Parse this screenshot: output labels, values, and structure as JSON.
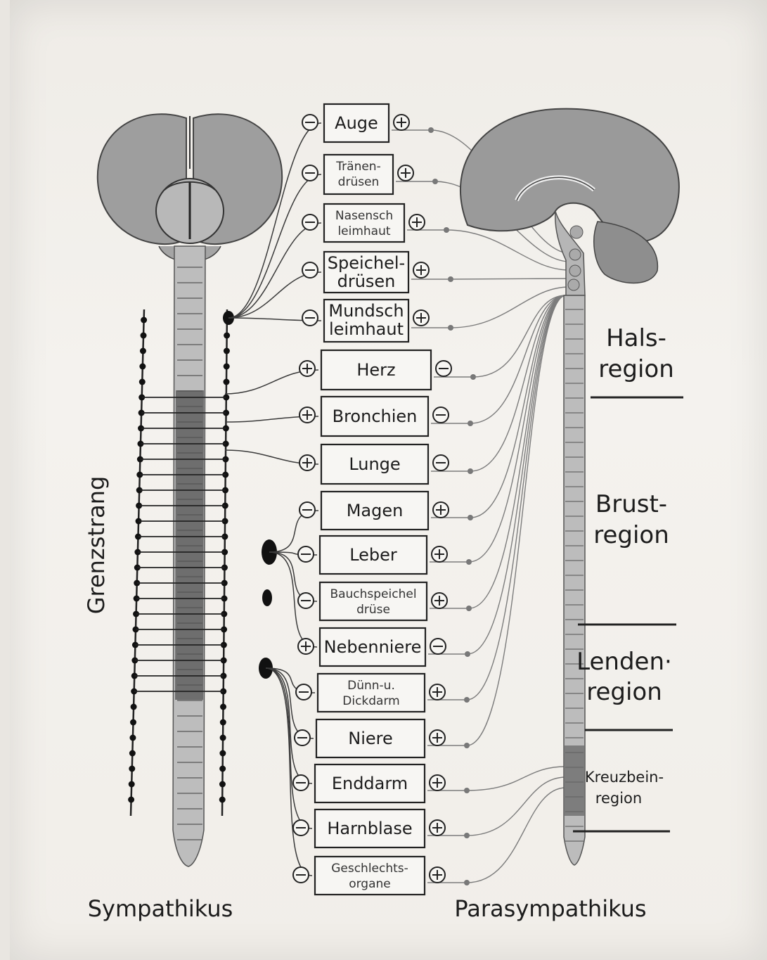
{
  "labels": {
    "sympathikus": "Sympathikus",
    "parasympathikus": "Parasympathikus",
    "grenzstrang": "Grenzstrang"
  },
  "regions": [
    {
      "line1": "Hals-",
      "line2": "region"
    },
    {
      "line1": "Brust-",
      "line2": "region"
    },
    {
      "line1": "Lenden·",
      "line2": "region"
    },
    {
      "line1": "Kreuzbein-",
      "line2": "region"
    }
  ],
  "organs": [
    {
      "lines": [
        "Auge"
      ],
      "symp": "minus",
      "para": "plus",
      "small": false
    },
    {
      "lines": [
        "Tränen-",
        "drüsen"
      ],
      "symp": "minus",
      "para": "plus",
      "small": true
    },
    {
      "lines": [
        "Nasensch",
        "leimhaut"
      ],
      "symp": "minus",
      "para": "plus",
      "small": true
    },
    {
      "lines": [
        "Speichel-",
        "drüsen"
      ],
      "symp": "minus",
      "para": "plus",
      "small": false
    },
    {
      "lines": [
        "Mundsch",
        "leimhaut"
      ],
      "symp": "minus",
      "para": "plus",
      "small": false
    },
    {
      "lines": [
        "Herz"
      ],
      "symp": "plus",
      "para": "minus",
      "small": false
    },
    {
      "lines": [
        "Bronchien"
      ],
      "symp": "plus",
      "para": "minus",
      "small": false
    },
    {
      "lines": [
        "Lunge"
      ],
      "symp": "plus",
      "para": "minus",
      "small": false
    },
    {
      "lines": [
        "Magen"
      ],
      "symp": "minus",
      "para": "plus",
      "small": false
    },
    {
      "lines": [
        "Leber"
      ],
      "symp": "minus",
      "para": "plus",
      "small": false
    },
    {
      "lines": [
        "Bauchspeichel",
        "drüse"
      ],
      "symp": "minus",
      "para": "plus",
      "small": true
    },
    {
      "lines": [
        "Nebenniere"
      ],
      "symp": "plus",
      "para": "minus",
      "small": false
    },
    {
      "lines": [
        "Dünn-u.",
        "Dickdarm"
      ],
      "symp": "minus",
      "para": "plus",
      "small": true
    },
    {
      "lines": [
        "Niere"
      ],
      "symp": "minus",
      "para": "plus",
      "small": false
    },
    {
      "lines": [
        "Enddarm"
      ],
      "symp": "minus",
      "para": "plus",
      "small": false
    },
    {
      "lines": [
        "Harnblase"
      ],
      "symp": "minus",
      "para": "plus",
      "small": false
    },
    {
      "lines": [
        "Geschlechts-",
        "organe"
      ],
      "symp": "minus",
      "para": "plus",
      "small": true
    }
  ]
}
